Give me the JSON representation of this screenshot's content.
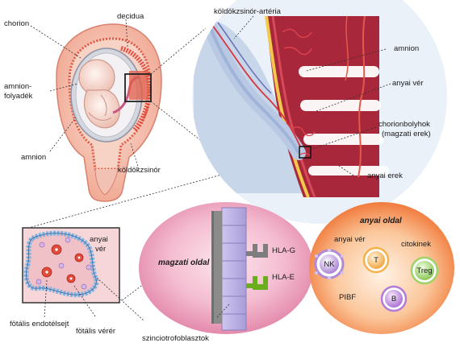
{
  "labels": {
    "chorion": "chorion",
    "decidua": "decidua",
    "umbilical_artery": "köldökzsinór-artéria",
    "amnion_fluid_1": "amnion-",
    "amnion_fluid_2": "folyadék",
    "amnion_left": "amnion",
    "umbilical_cord": "köldökzsinór",
    "amnion_right": "amnion",
    "maternal_blood": "anyai vér",
    "chorionic_villi_1": "chorionbolyhok",
    "chorionic_villi_2": "(magzati erek)",
    "maternal_vessels": "anyai erek",
    "inset_maternal_blood_1": "anyai",
    "inset_maternal_blood_2": "vér",
    "fetal_endothelial": "fötális endotélsejt",
    "fetal_blood": "fötális vérér",
    "syncytiotrophoblast": "szinciotrofoblasztok",
    "fetal_side": "magzati oldal",
    "hla_g": "HLA-G",
    "hla_e": "HLA-E",
    "maternal_side": "anyai oldal",
    "maternal_blood_cells": "anyai vér",
    "cytokines": "citokinek",
    "pibf": "PIBF",
    "nk": "NK",
    "t_cell": "T",
    "treg": "Treg",
    "b_cell": "B"
  },
  "colors": {
    "uterus_pink": "#f2b8a8",
    "decidua_red": "#e0392b",
    "fetal_side_bg": "#e58fb0",
    "maternal_side_bg": "#f2722c",
    "trophoblast_purple": "#b9aee0",
    "hla_g_gray": "#7d7d7d",
    "hla_e_green": "#6aae1e",
    "nk_purple": "#b08ad6",
    "t_orange": "#f6b24a",
    "treg_green": "#9ed36a",
    "b_purple": "#b47ad8"
  },
  "icons": {
    "hla_g": "receptor-icon",
    "hla_e": "receptor-icon"
  }
}
